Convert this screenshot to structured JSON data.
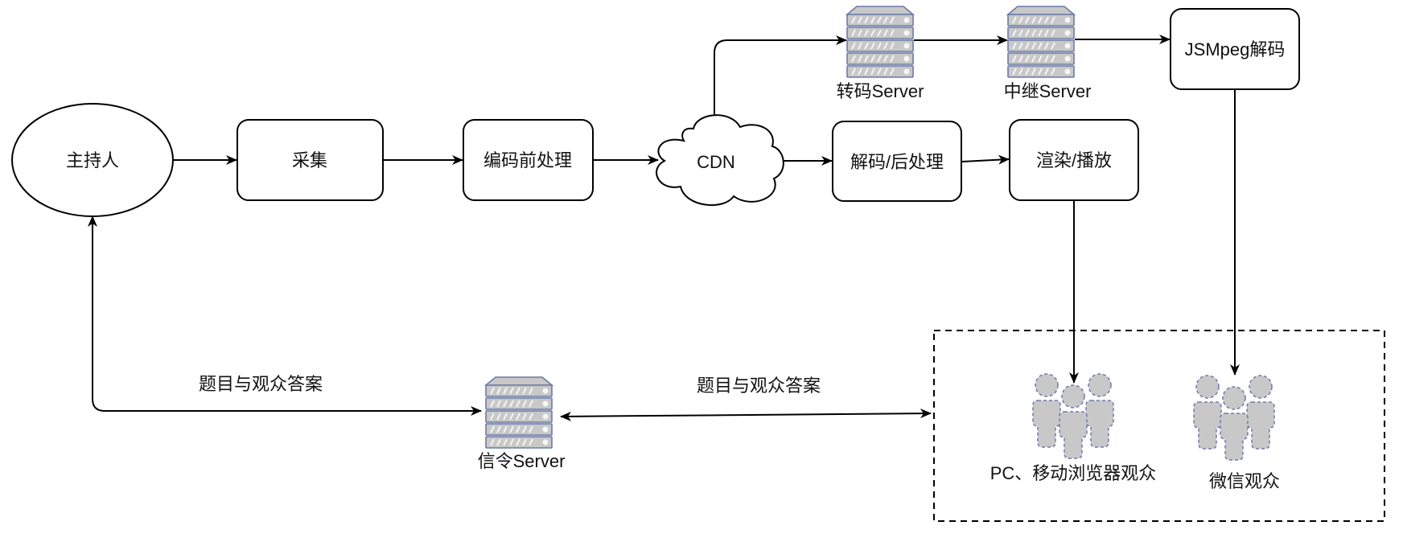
{
  "diagram": {
    "title": "",
    "nodes": {
      "host": {
        "label": "主持人",
        "shape": "ellipse"
      },
      "capture": {
        "label": "采集",
        "shape": "rounded-rect"
      },
      "preprocess": {
        "label": "编码前处理",
        "shape": "rounded-rect"
      },
      "cdn": {
        "label": "CDN",
        "shape": "cloud"
      },
      "transcode_server": {
        "label": "转码Server",
        "shape": "server-icon"
      },
      "relay_server": {
        "label": "中继Server",
        "shape": "server-icon"
      },
      "jsmpeg": {
        "label": "JSMpeg解码",
        "shape": "rounded-rect"
      },
      "decode": {
        "label": "解码/后处理",
        "shape": "rounded-rect"
      },
      "render": {
        "label": "渲染/播放",
        "shape": "rounded-rect"
      },
      "signal_server": {
        "label": "信令Server",
        "shape": "server-icon"
      },
      "pc_audience": {
        "label": "PC、移动浏览器观众",
        "shape": "users-icon"
      },
      "wechat_audience": {
        "label": "微信观众",
        "shape": "users-icon"
      }
    },
    "edges": [
      {
        "from": "host",
        "to": "capture",
        "label": ""
      },
      {
        "from": "capture",
        "to": "preprocess",
        "label": ""
      },
      {
        "from": "preprocess",
        "to": "cdn",
        "label": ""
      },
      {
        "from": "cdn",
        "to": "transcode_server",
        "label": ""
      },
      {
        "from": "transcode_server",
        "to": "relay_server",
        "label": ""
      },
      {
        "from": "relay_server",
        "to": "jsmpeg",
        "label": ""
      },
      {
        "from": "jsmpeg",
        "to": "wechat_audience",
        "label": ""
      },
      {
        "from": "cdn",
        "to": "decode",
        "label": ""
      },
      {
        "from": "decode",
        "to": "render",
        "label": ""
      },
      {
        "from": "render",
        "to": "pc_audience",
        "label": ""
      },
      {
        "from": "signal_server",
        "to": "host",
        "label": "题目与观众答案"
      },
      {
        "from": "signal_server",
        "to": "audience_group",
        "label": "题目与观众答案",
        "bidirectional": true
      }
    ],
    "groups": [
      {
        "id": "audience_group",
        "style": "dashed",
        "members": [
          "pc_audience",
          "wechat_audience"
        ]
      }
    ],
    "colors": {
      "stroke": "#000000",
      "server_fill": "#c8c8c8",
      "server_stroke": "#6c7aa8",
      "user_fill": "#c8c8c8",
      "user_stroke": "#7478b0"
    }
  }
}
